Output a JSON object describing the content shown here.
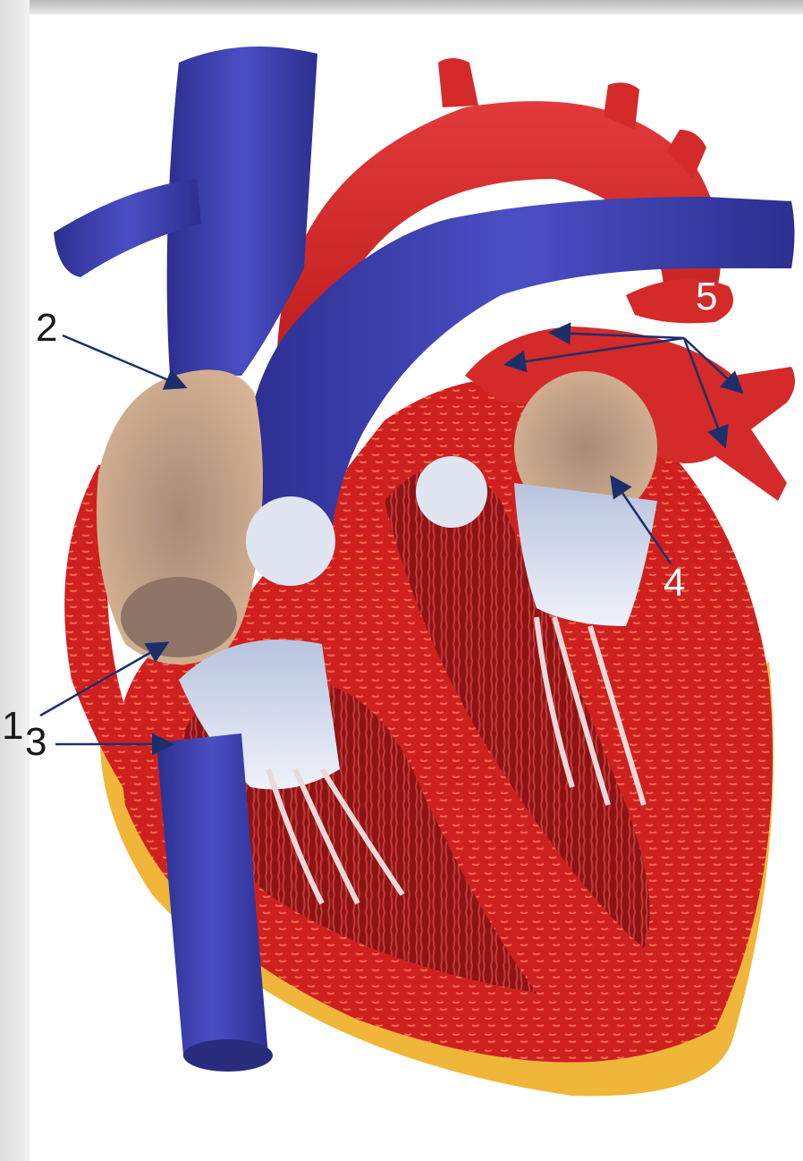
{
  "labels": {
    "one": "1",
    "two": "2",
    "three": "3",
    "four": "4",
    "five": "5"
  },
  "colors": {
    "vein_blue": "#3b3fae",
    "artery_red": "#d42a2a",
    "muscle_red": "#c71f1f",
    "chamber_beige": "#c9a98a",
    "valve_white": "#dfe6f2",
    "fat_yellow": "#f0b63a",
    "arrow_navy": "#1c2f6b",
    "strip_gray": "#d9d9d9"
  }
}
